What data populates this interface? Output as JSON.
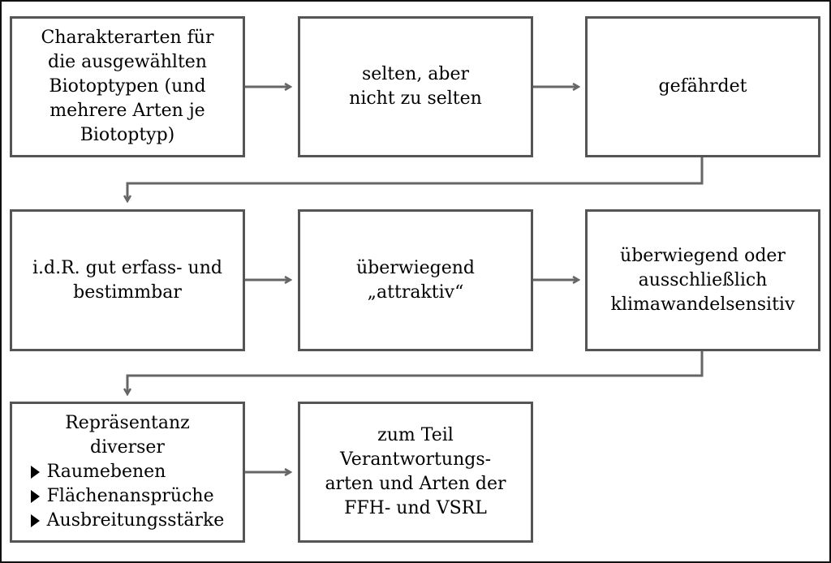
{
  "boxes": {
    "b1": "Charakterarten für\ndie ausgewählten\nBiotoptypen (und\nmehrere Arten je\nBiotoptyp)",
    "b2": "selten, aber\nnicht zu selten",
    "b3": "gefährdet",
    "b4": "i.d.R. gut erfass- und\nbestimmbar",
    "b5": "überwiegend\n„attraktiv“",
    "b6": "überwiegend oder\nausschließlich\nklimawandelsensitiv",
    "b7": {
      "heading_line1": "Repräsentanz",
      "heading_line2": "diverser",
      "items": [
        "Raumebenen",
        "Flächenansprüche",
        "Ausbreitungsstärke"
      ]
    },
    "b8": "zum Teil\nVerantwortungs-\narten und Arten der\nFFH- und VSRL"
  },
  "colors": {
    "box_border": "#555555",
    "arrow": "#666666",
    "frame": "#111111",
    "bullet": "#000000"
  }
}
